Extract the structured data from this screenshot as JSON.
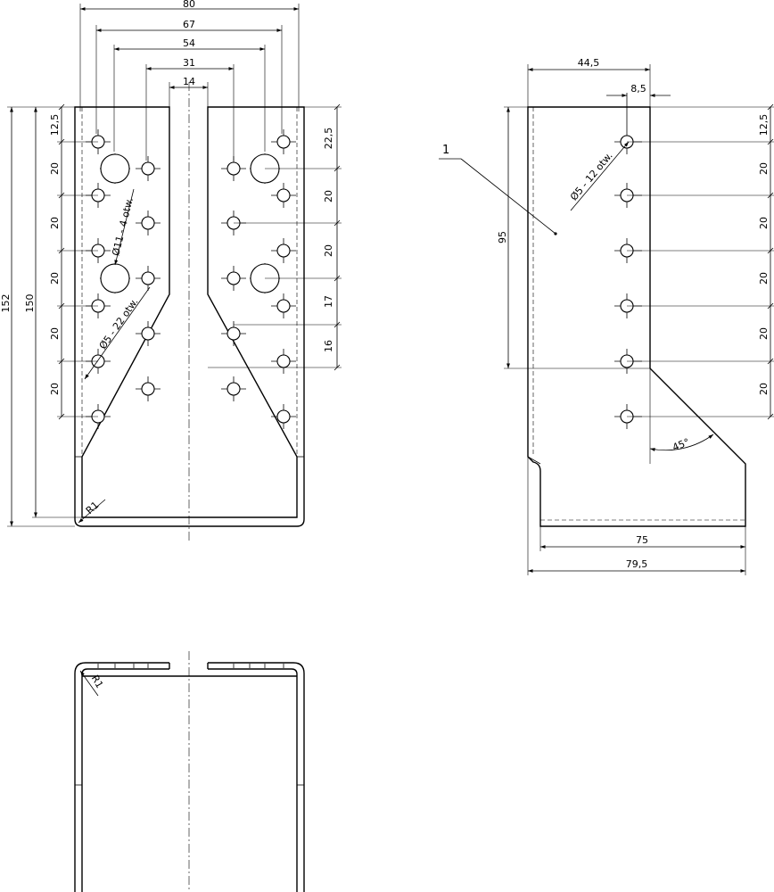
{
  "drawing": {
    "front_view": {
      "widths": {
        "overall": "80",
        "outer_holes": "67",
        "mid_holes": "54",
        "inner_holes": "31",
        "slot": "14"
      },
      "heights": {
        "total": "152",
        "inner": "150"
      },
      "left_spacing": [
        "12,5",
        "20",
        "20",
        "20",
        "20",
        "20"
      ],
      "right_spacing": [
        "22,5",
        "20",
        "20",
        "17",
        "16"
      ],
      "callouts": {
        "big_holes": "Ø11 - 4 otw.",
        "small_holes": "Ø5 - 22 otw.",
        "radius": "R1"
      }
    },
    "side_view": {
      "top_widths": {
        "overall": "44,5",
        "edge_offset": "8,5"
      },
      "height": "95",
      "right_spacing": [
        "12,5",
        "20",
        "20",
        "20",
        "20",
        "20"
      ],
      "bottom_widths": {
        "inner": "75",
        "outer": "79,5"
      },
      "angle": "45°",
      "part_number": "1",
      "callout": "Ø5 - 12 otw."
    },
    "top_view": {
      "radius": "R1"
    }
  }
}
